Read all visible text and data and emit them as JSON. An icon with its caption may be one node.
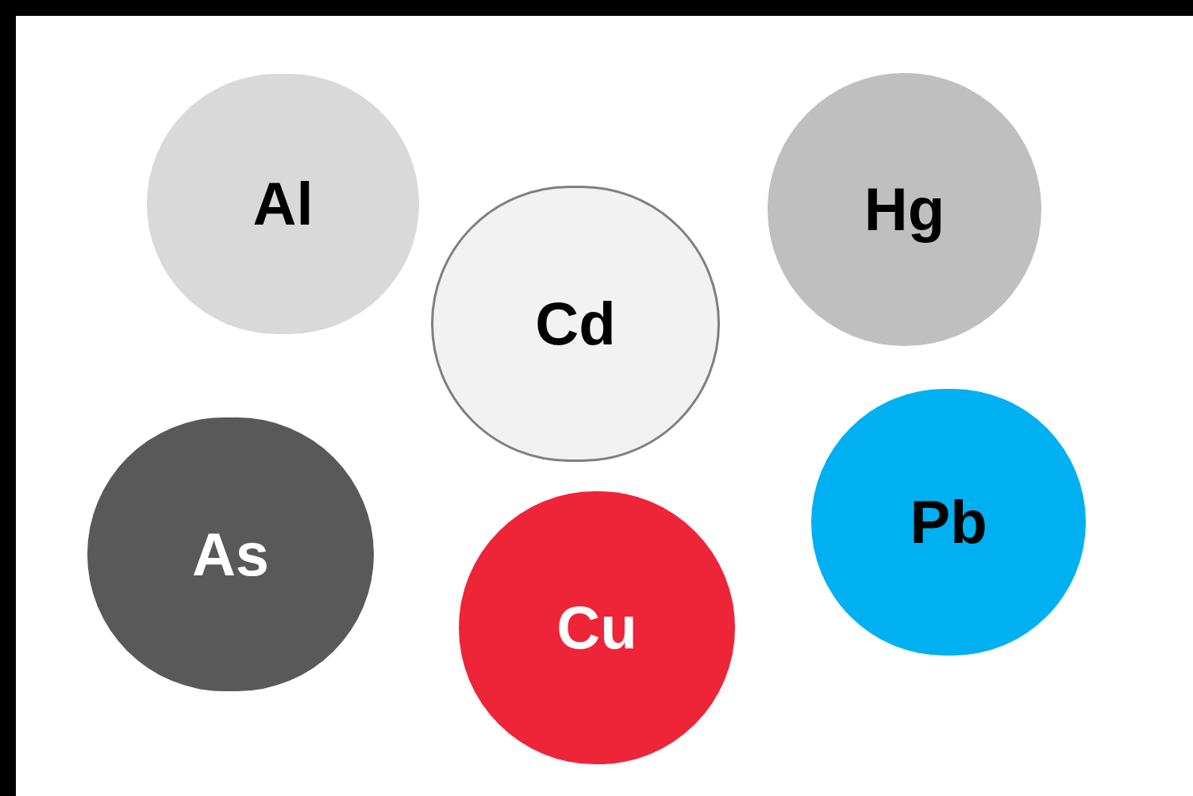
{
  "diagram": {
    "nodes": [
      {
        "text": [
          "Al"
        ]
      },
      {
        "text": [
          "Hg"
        ]
      },
      {
        "text": [
          "Cd"
        ]
      },
      {
        "text": [
          "As"
        ]
      },
      {
        "text": [
          "Cu"
        ]
      },
      {
        "text": [
          "Pb"
        ]
      }
    ]
  }
}
